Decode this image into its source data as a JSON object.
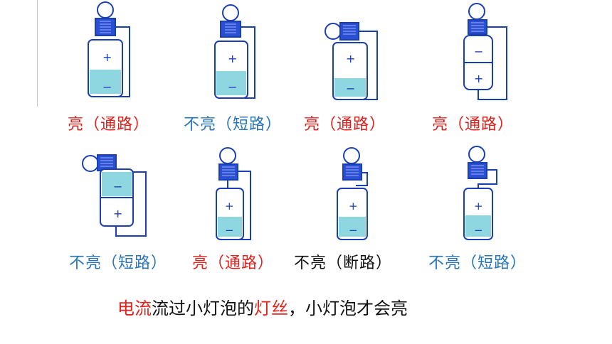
{
  "row1": [
    {
      "status": "亮",
      "kind": "（通路）",
      "color": "red"
    },
    {
      "status": "不亮",
      "kind": "（短路）",
      "color": "blue"
    },
    {
      "status": "亮",
      "kind": "（通路）",
      "color": "red"
    },
    {
      "status": "亮",
      "kind": "（通路）",
      "color": "red"
    }
  ],
  "row2": [
    {
      "status": "不亮",
      "kind": "（短路）",
      "color": "blue"
    },
    {
      "status": "亮",
      "kind": "（通路）",
      "color": "red"
    },
    {
      "status": "不亮",
      "kind": "（断路）",
      "color": "black"
    },
    {
      "status": "不亮",
      "kind": "（短路）",
      "color": "blue"
    }
  ],
  "caption": {
    "part1": "电流",
    "part2": "流过小灯泡的",
    "part3": "灯丝",
    "part4": "，小灯泡才会亮"
  },
  "battery_signs": {
    "plus": "+",
    "minus": "−"
  },
  "colors": {
    "red": "#e0221e",
    "blue": "#2a74b8",
    "wire": "#1a3fb0",
    "liquid": "#8fd7e0"
  }
}
